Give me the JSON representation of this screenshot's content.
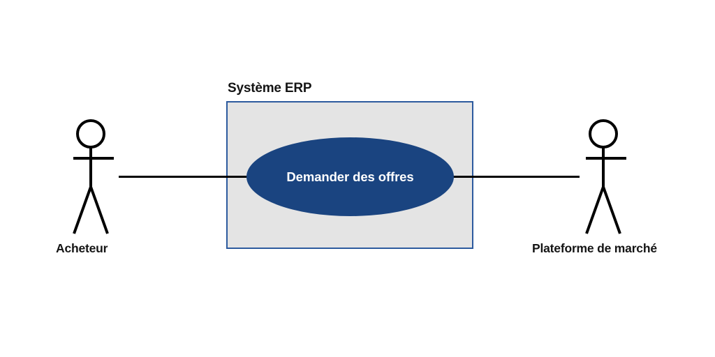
{
  "diagram": {
    "type": "uml-use-case-diagram",
    "background_color": "#ffffff",
    "system": {
      "label": "Système ERP",
      "fill_color": "#e4e4e4",
      "border_color": "#2c5a9e"
    },
    "use_cases": [
      {
        "label": "Demander des offres",
        "fill_color": "#1a4480",
        "text_color": "#ffffff"
      }
    ],
    "actors": [
      {
        "label": "Acheteur",
        "position": "left",
        "icon": "stick-figure-actor-icon"
      },
      {
        "label": "Plateforme de marché",
        "position": "right",
        "icon": "stick-figure-actor-icon"
      }
    ],
    "associations": [
      {
        "from": "Acheteur",
        "to": "Demander des offres",
        "color": "#000000"
      },
      {
        "from": "Demander des offres",
        "to": "Plateforme de marché",
        "color": "#000000"
      }
    ]
  }
}
